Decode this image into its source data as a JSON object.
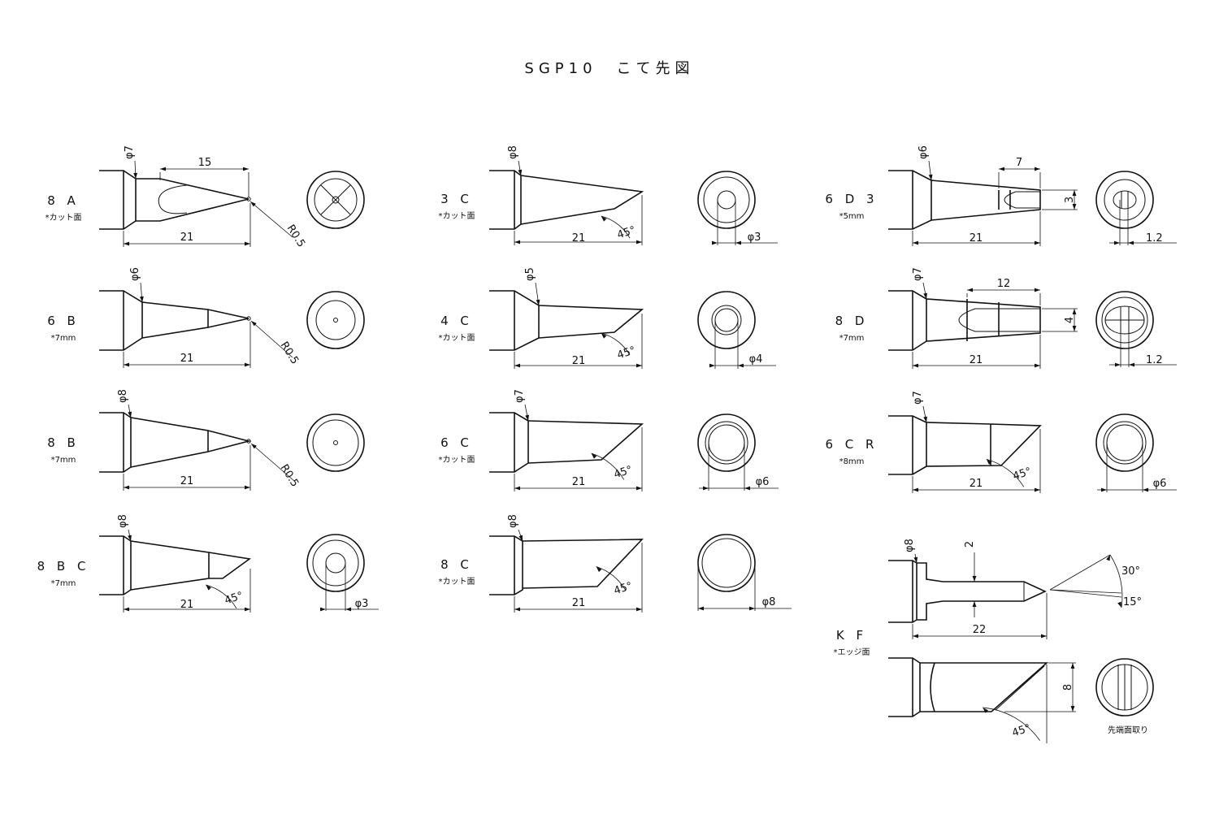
{
  "title": "SGP10　こて先図",
  "tips": [
    {
      "name": "8 A",
      "note": "*カット面",
      "phi": "φ7",
      "length": "21",
      "extra": [
        "15",
        "R0.5"
      ]
    },
    {
      "name": "6 B",
      "note": "*7mm",
      "phi": "φ6",
      "length": "21",
      "extra": [
        "R0.5"
      ]
    },
    {
      "name": "8 B",
      "note": "*7mm",
      "phi": "φ8",
      "length": "21",
      "extra": [
        "R0.5"
      ]
    },
    {
      "name": "8 B C",
      "note": "*7mm",
      "phi": "φ8",
      "length": "21",
      "extra": [
        "45°",
        "φ3"
      ]
    },
    {
      "name": "3 C",
      "note": "*カット面",
      "phi": "φ8",
      "length": "21",
      "extra": [
        "45°",
        "φ3"
      ]
    },
    {
      "name": "4 C",
      "note": "*カット面",
      "phi": "φ5",
      "length": "21",
      "extra": [
        "45°",
        "φ4"
      ]
    },
    {
      "name": "6 C",
      "note": "*カット面",
      "phi": "φ7",
      "length": "21",
      "extra": [
        "45°",
        "φ6"
      ]
    },
    {
      "name": "8 C",
      "note": "*カット面",
      "phi": "φ8",
      "length": "21",
      "extra": [
        "45°",
        "φ8"
      ]
    },
    {
      "name": "6 D 3",
      "note": "*5mm",
      "phi": "φ6",
      "length": "21",
      "extra": [
        "7",
        "3",
        "1.2"
      ]
    },
    {
      "name": "8 D",
      "note": "*7mm",
      "phi": "φ7",
      "length": "21",
      "extra": [
        "12",
        "4",
        "1.2"
      ]
    },
    {
      "name": "6 C R",
      "note": "*8mm",
      "phi": "φ7",
      "length": "21",
      "extra": [
        "45°",
        "φ6"
      ]
    },
    {
      "name": "K F",
      "note": "*エッジ面",
      "phi": "φ8",
      "length": "22",
      "extra": [
        "2",
        "30°",
        "15°",
        "8",
        "45°",
        "先端面取り"
      ]
    }
  ]
}
